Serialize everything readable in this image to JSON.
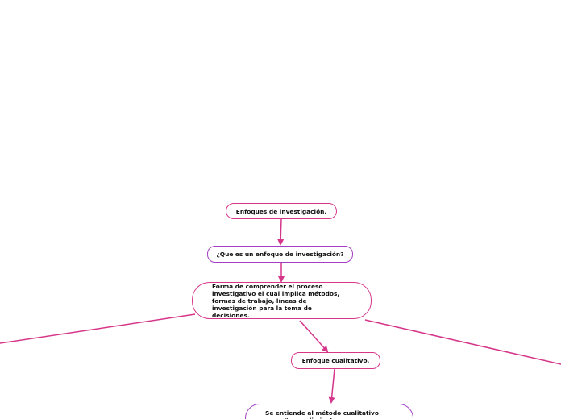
{
  "nodes": {
    "root": "Enfoques de investigación.",
    "question": "¿Que es un enfoque de investigación?",
    "definition": "Forma de comprender el proceso investigativo el cual implica métodos, formas de trabajo, líneas de investigación para la toma de decisiones.",
    "qualitative": "Enfoque cualitativo.",
    "qualitative_detail": "Se entiende al método cualitativo como \"procedimientos metodológicos\" se"
  },
  "colors": {
    "link": "#d6368a",
    "border_pink": "#d6368a",
    "border_purple": "#a43fc4"
  }
}
